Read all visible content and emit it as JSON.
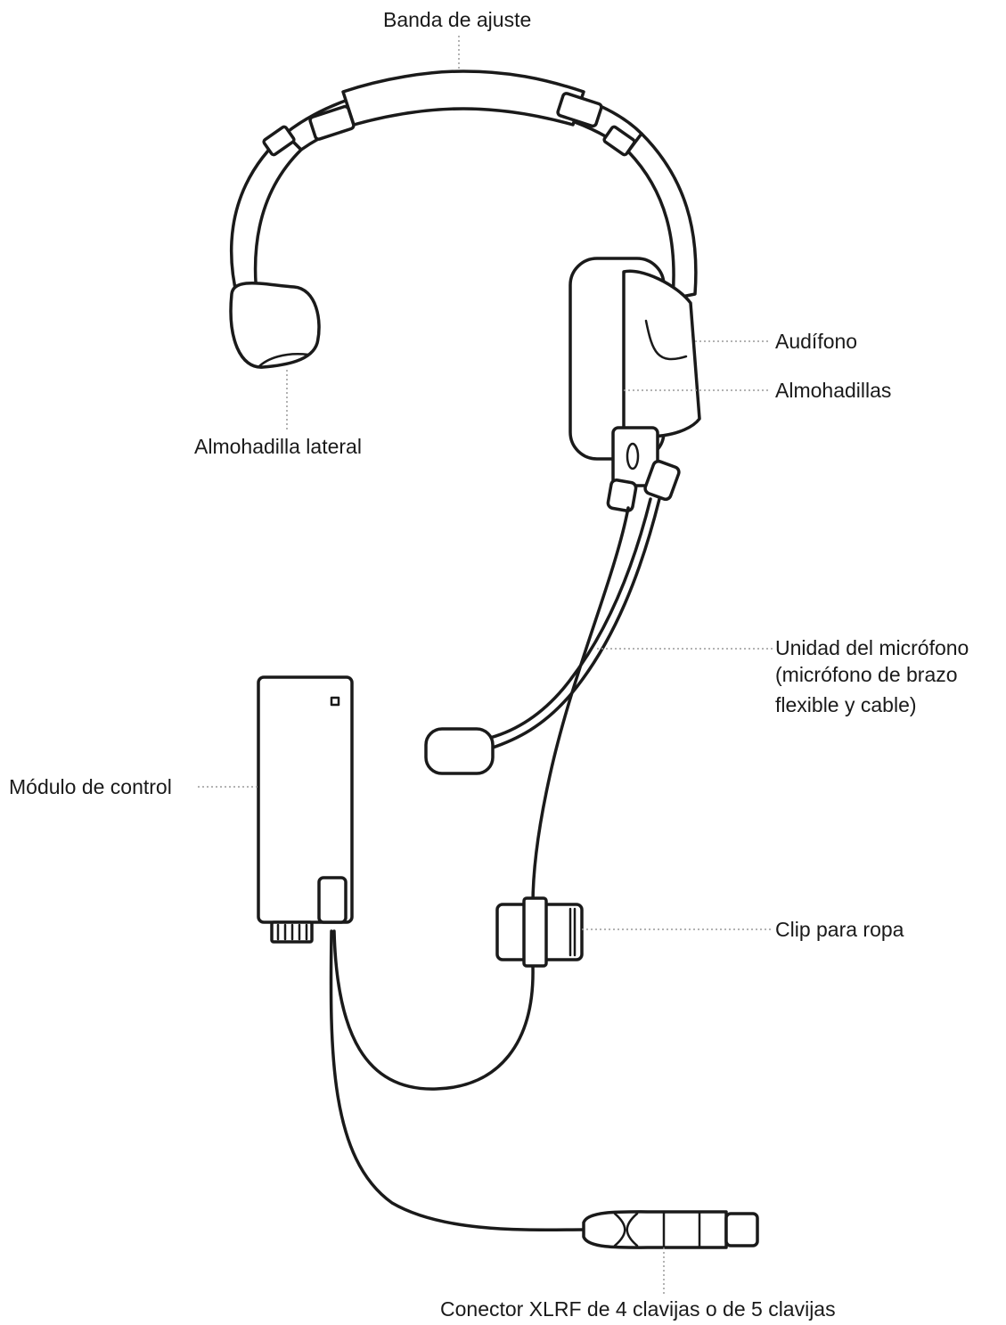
{
  "labels": {
    "headband": "Banda de ajuste",
    "earcup": "Audífono",
    "cushions": "Almohadillas",
    "side_pad": "Almohadilla lateral",
    "mic_line1": "Unidad del micrófono",
    "mic_line2": "(micrófono de brazo",
    "mic_line3": "flexible y cable)",
    "control_module": "Módulo de control",
    "clip": "Clip para ropa",
    "connector": "Conector XLRF de 4 clavijas o de 5 clavijas"
  },
  "colors": {
    "ink": "#1a1a1a",
    "leader": "#9a9a9a",
    "background": "#ffffff"
  }
}
